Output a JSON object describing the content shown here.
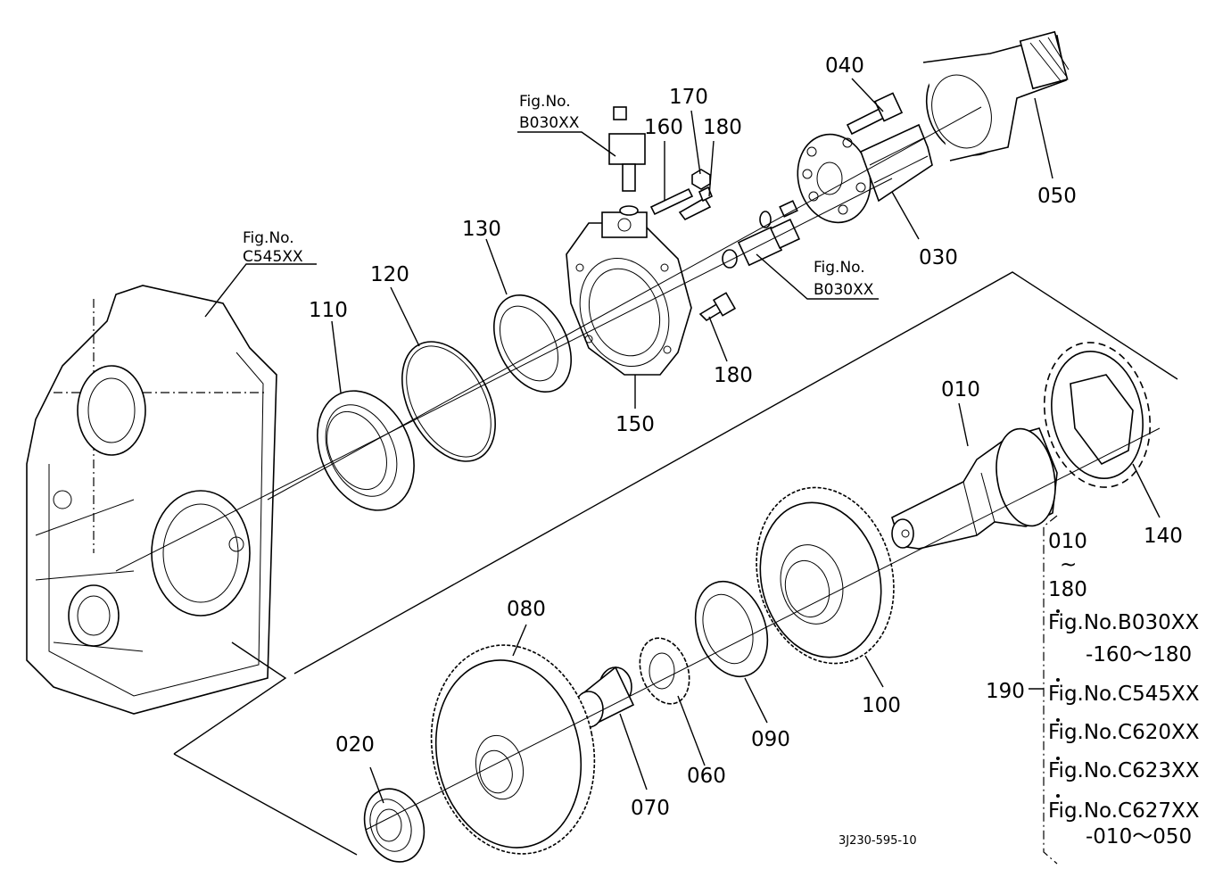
{
  "callouts": {
    "p010": "010",
    "p020": "020",
    "p030": "030",
    "p040": "040",
    "p050": "050",
    "p060": "060",
    "p070": "070",
    "p080": "080",
    "p090": "090",
    "p100": "100",
    "p110": "110",
    "p120": "120",
    "p130": "130",
    "p140": "140",
    "p150": "150",
    "p160": "160",
    "p170": "170",
    "p180a": "180",
    "p180b": "180",
    "p190": "190"
  },
  "refs": {
    "c545": {
      "line1": "Fig.No.",
      "line2": "C545XX"
    },
    "b030_top": {
      "line1": "Fig.No.",
      "line2": "B030XX"
    },
    "b030_right": {
      "line1": "Fig.No.",
      "line2": "B030XX"
    }
  },
  "kit_list": {
    "range_start": "010",
    "range_tilde": "~",
    "range_end": "180",
    "items": [
      {
        "main": "Fig.No.B030XX",
        "sub": "-160～180"
      },
      {
        "main": "Fig.No.C545XX",
        "sub": ""
      },
      {
        "main": "Fig.No.C620XX",
        "sub": ""
      },
      {
        "main": "Fig.No.C623XX",
        "sub": ""
      },
      {
        "main": "Fig.No.C627XX",
        "sub": "-010～050"
      }
    ]
  },
  "drawing_code": "3J230-595-10"
}
